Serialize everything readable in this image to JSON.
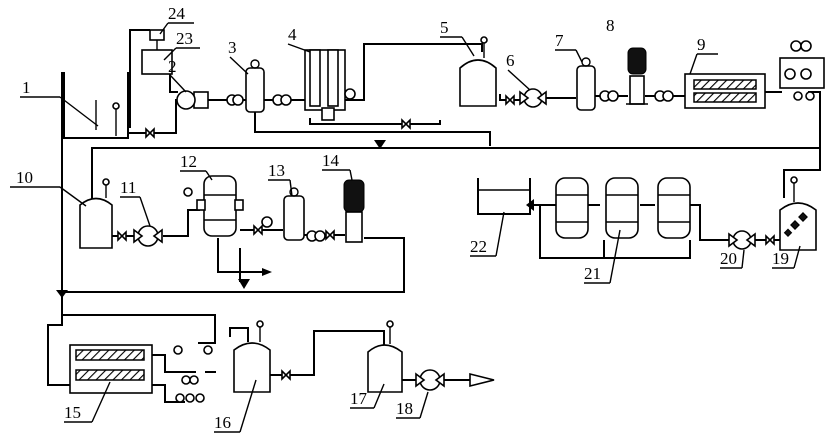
{
  "diagram": {
    "labels": {
      "n1": "1",
      "n2": "2",
      "n3": "3",
      "n4": "4",
      "n5": "5",
      "n6": "6",
      "n7": "7",
      "n8": "8",
      "n9": "9",
      "n10": "10",
      "n11": "11",
      "n12": "12",
      "n13": "13",
      "n14": "14",
      "n15": "15",
      "n16": "16",
      "n17": "17",
      "n18": "18",
      "n19": "19",
      "n20": "20",
      "n21": "21",
      "n22": "22",
      "n23": "23",
      "n24": "24"
    }
  }
}
